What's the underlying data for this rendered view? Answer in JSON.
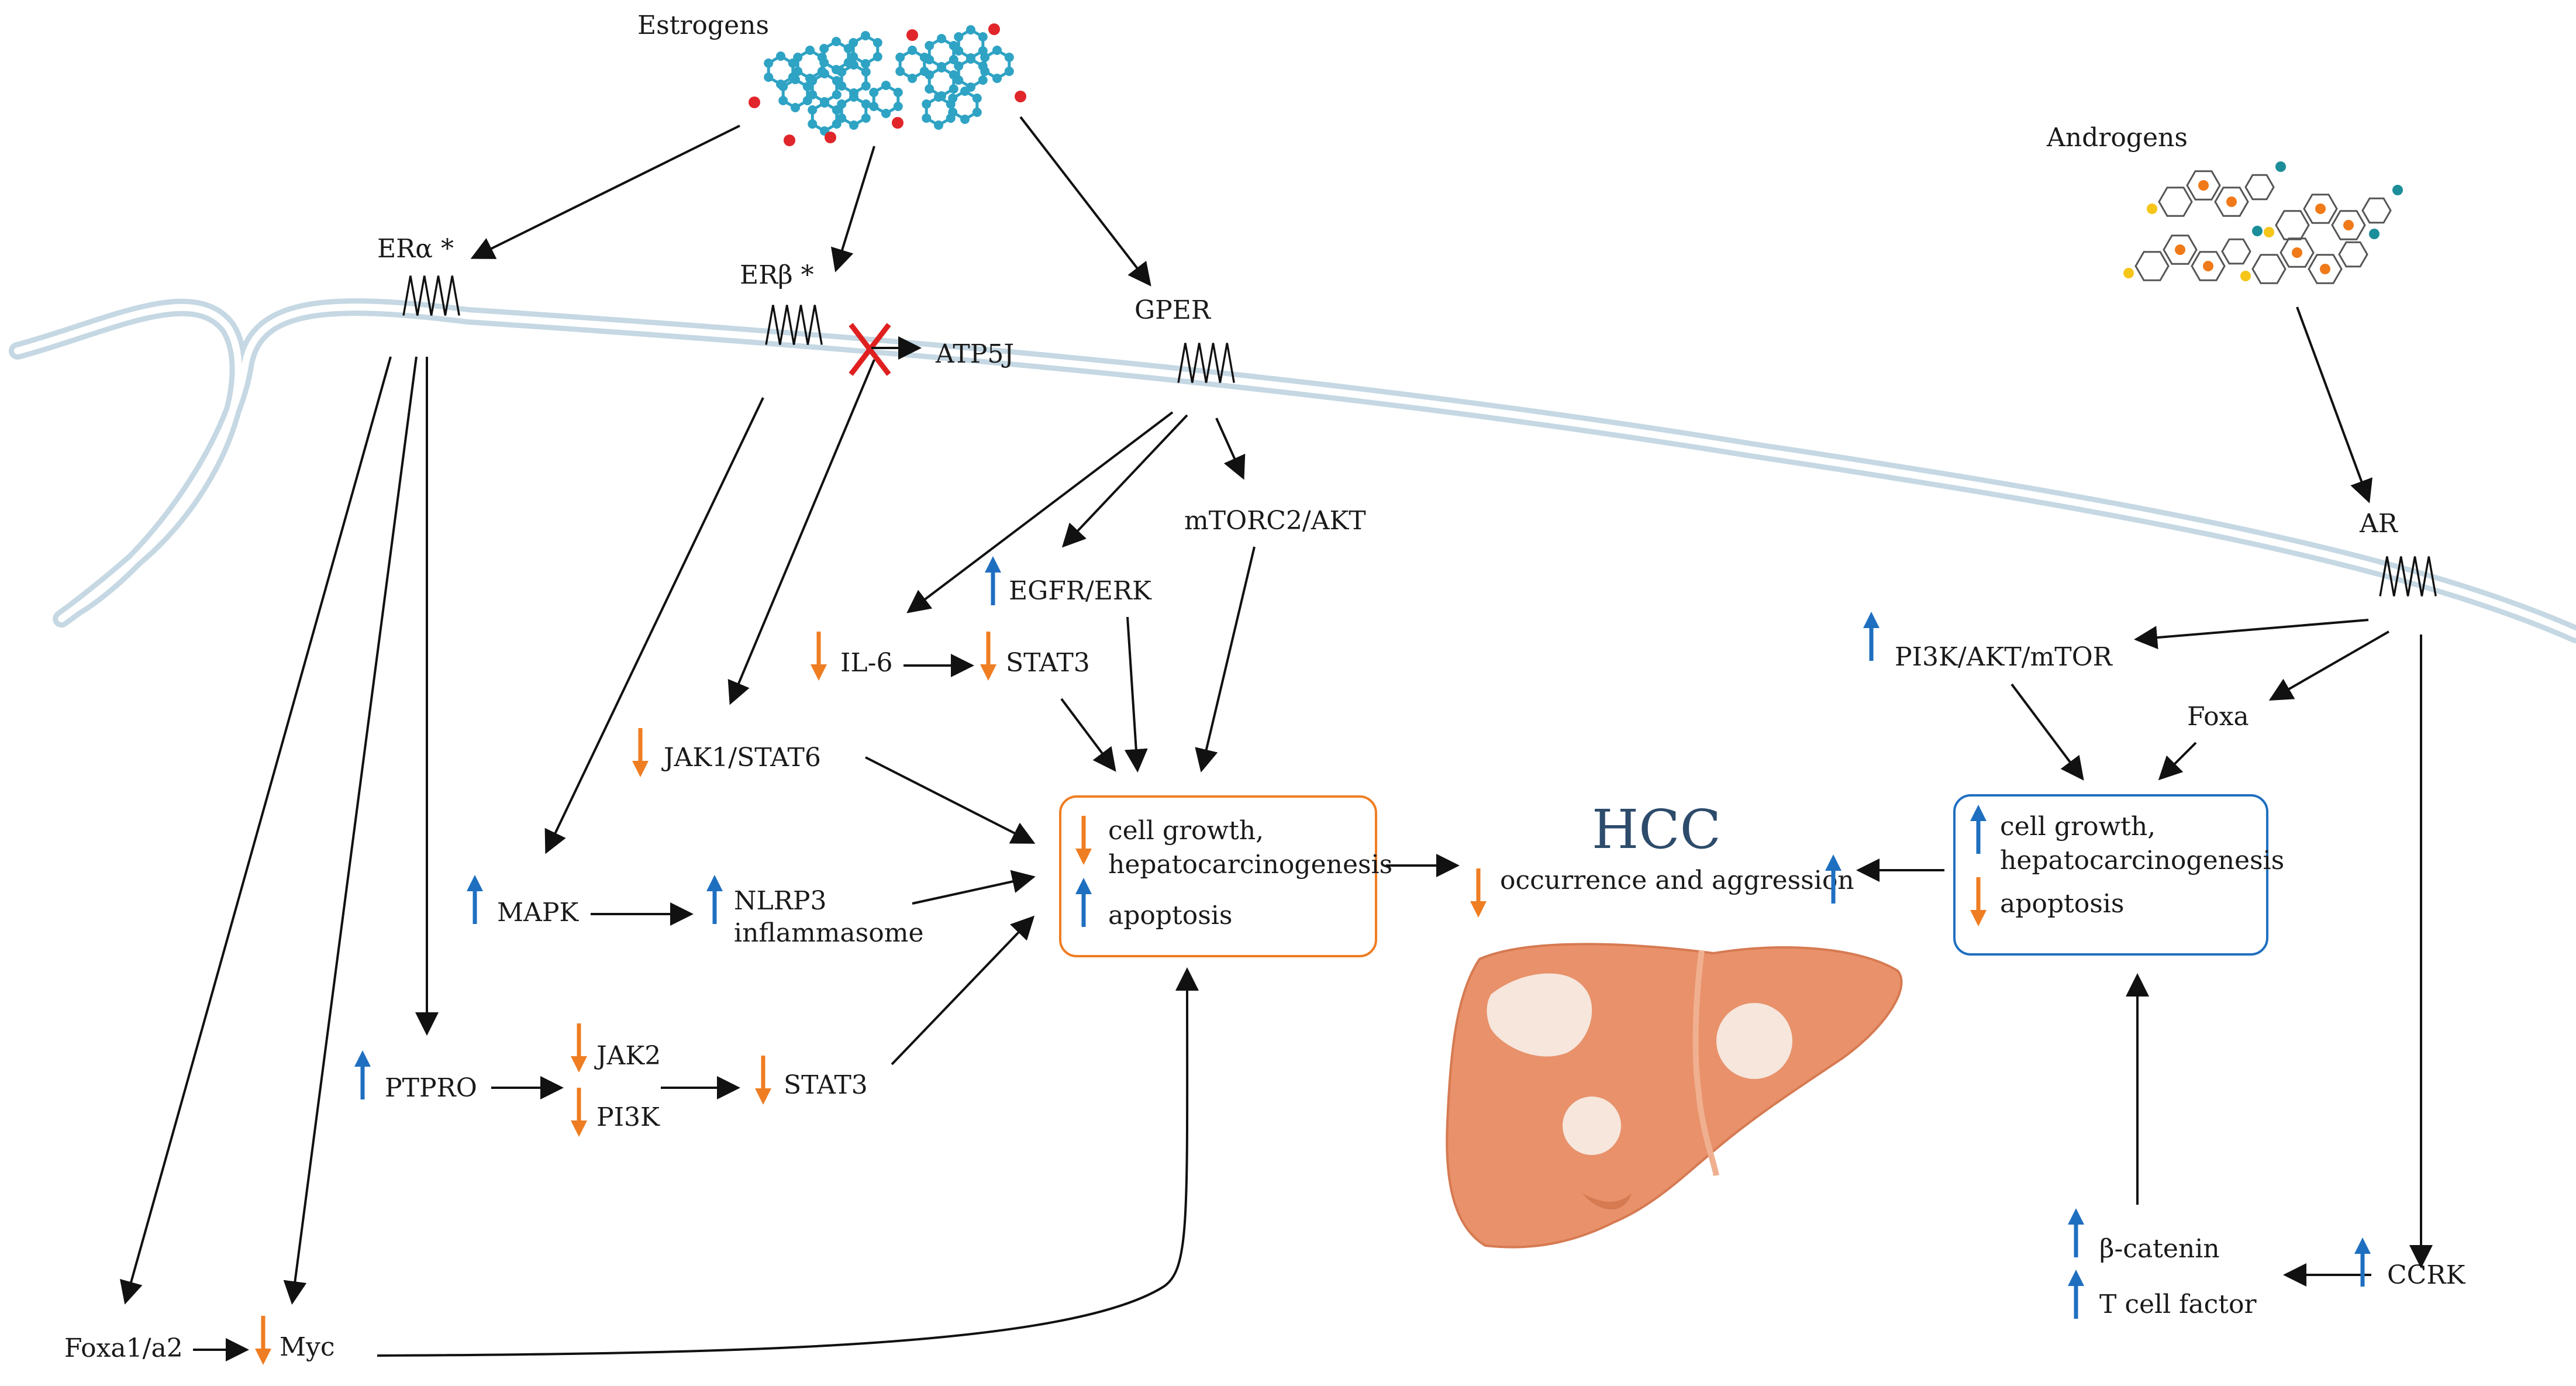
{
  "ligands": {
    "estrogens": "Estrogens",
    "androgens": "Androgens"
  },
  "receptors": {
    "er_alpha": "ERα *",
    "er_beta": "ERβ *",
    "gper": "GPER",
    "ar": "AR"
  },
  "nodes": {
    "atp5j": "ATP5J",
    "mtorc2_akt": "mTORC2/AKT",
    "egfr_erk": "EGFR/ERK",
    "il6": "IL-6",
    "stat3_gper": "STAT3",
    "jak1_stat6": "JAK1/STAT6",
    "mapk": "MAPK",
    "nlrp3_line1": "NLRP3",
    "nlrp3_line2": "inflammasome",
    "ptpro": "PTPRO",
    "jak2": "JAK2",
    "pi3k": "PI3K",
    "stat3_ptpro": "STAT3",
    "foxa1a2": "Foxa1/a2",
    "myc": "Myc",
    "pi3k_akt_mtor": "PI3K/AKT/mTOR",
    "foxa": "Foxa",
    "beta_catenin": "β-catenin",
    "t_cell_factor": "T cell factor",
    "ccrk": "CCRK"
  },
  "estrogen_box": {
    "line1": "cell growth,",
    "line2": "hepatocarcinogenesis",
    "line3": "apoptosis"
  },
  "androgen_box": {
    "line1": "cell growth,",
    "line2": "hepatocarcinogenesis",
    "line3": "apoptosis"
  },
  "hcc": {
    "title": "HCC",
    "subtitle": "occurrence and aggression"
  },
  "colors": {
    "up_arrow": "#1f6fc0",
    "down_arrow": "#ef7d22",
    "estrogen_box_border": "#ef7d22",
    "androgen_box_border": "#1f6fc0",
    "membrane": "#c5d8e3",
    "block_mark": "#e02020",
    "liver": "#e8916a",
    "tumor": "#f6e6dc",
    "molecule_estrogen": "#2fa3c4",
    "molecule_oxygen": "#e0262a",
    "molecule_androgen_dot": "#f07a1a",
    "molecule_androgen_end": "#f5c518",
    "molecule_androgen_ring_end": "#1b8e9a"
  },
  "icons": {
    "up": "up-arrow-icon",
    "down": "down-arrow-icon",
    "block": "x-block-icon",
    "receptor": "seven-transmembrane-receptor-icon",
    "liver": "liver-illustration"
  }
}
